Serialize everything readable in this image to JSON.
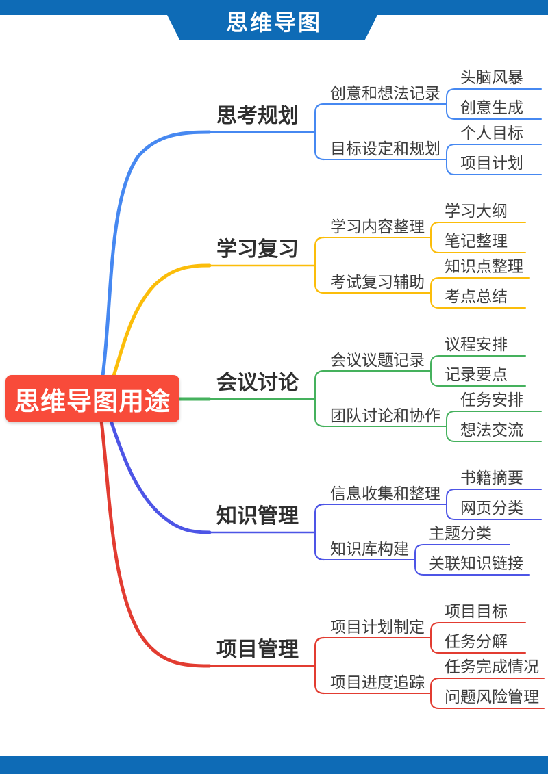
{
  "header": {
    "title": "思维导图"
  },
  "colors": {
    "banner_blue": "#0e6bb6",
    "root_red": "#f84b3a"
  },
  "root": {
    "label": "思维导图用途"
  },
  "branches": [
    {
      "label": "思考规划",
      "color": "#4688f1",
      "children": [
        {
          "label": "创意和想法记录",
          "leaves": [
            "头脑风暴",
            "创意生成"
          ]
        },
        {
          "label": "目标设定和规划",
          "leaves": [
            "个人目标",
            "项目计划"
          ]
        }
      ]
    },
    {
      "label": "学习复习",
      "color": "#fbbd0a",
      "children": [
        {
          "label": "学习内容整理",
          "leaves": [
            "学习大纲",
            "笔记整理"
          ]
        },
        {
          "label": "考试复习辅助",
          "leaves": [
            "知识点整理",
            "考点总结"
          ]
        }
      ]
    },
    {
      "label": "会议讨论",
      "color": "#45b15d",
      "children": [
        {
          "label": "会议议题记录",
          "leaves": [
            "议程安排",
            "记录要点"
          ]
        },
        {
          "label": "团队讨论和协作",
          "leaves": [
            "任务安排",
            "想法交流"
          ]
        }
      ]
    },
    {
      "label": "知识管理",
      "color": "#4d55e6",
      "children": [
        {
          "label": "信息收集和整理",
          "leaves": [
            "书籍摘要",
            "网页分类"
          ]
        },
        {
          "label": "知识库构建",
          "leaves": [
            "主题分类",
            "关联知识链接"
          ]
        }
      ]
    },
    {
      "label": "项目管理",
      "color": "#e23c31",
      "children": [
        {
          "label": "项目计划制定",
          "leaves": [
            "项目目标",
            "任务分解"
          ]
        },
        {
          "label": "项目进度追踪",
          "leaves": [
            "任务完成情况",
            "问题风险管理"
          ]
        }
      ]
    }
  ]
}
